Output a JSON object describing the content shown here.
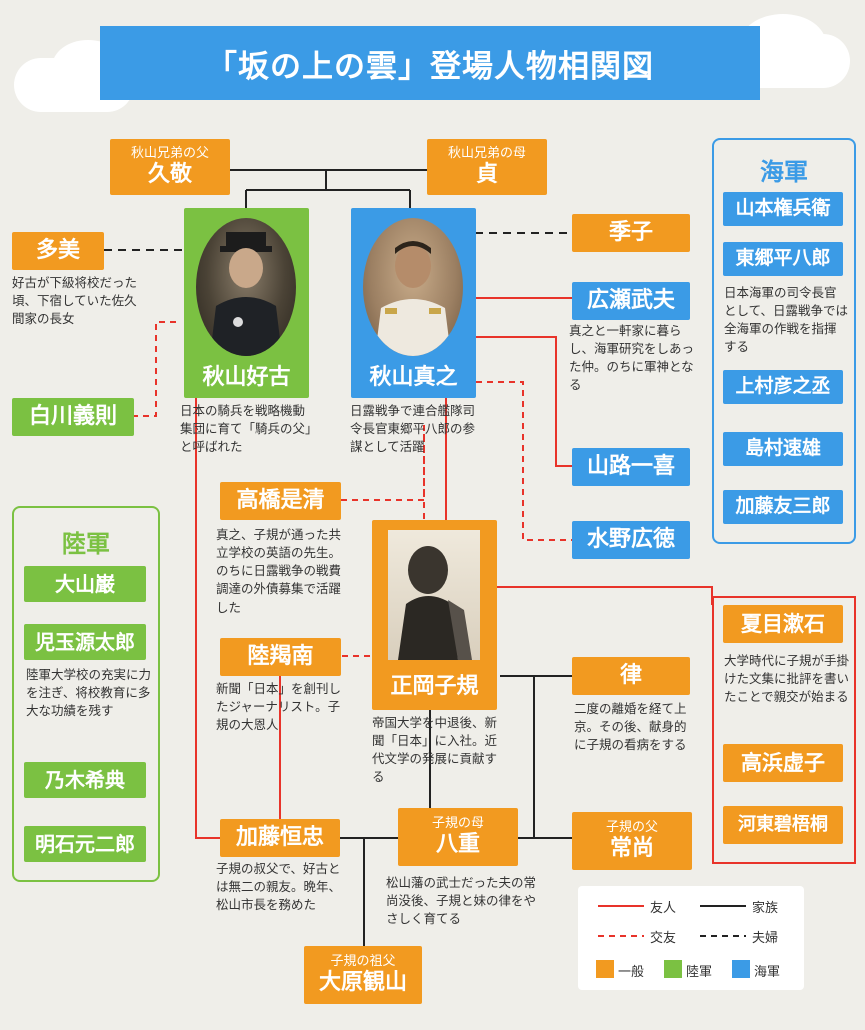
{
  "title": "「坂の上の雲」登場人物相関図",
  "people": {
    "hisataka": {
      "role": "秋山兄弟の父",
      "name": "久敬"
    },
    "sada": {
      "role": "秋山兄弟の母",
      "name": "貞"
    },
    "tami": {
      "name": "多美",
      "desc": "好古が下級将校だった頃、下宿していた佐久間家の長女"
    },
    "yoshifuru": {
      "name": "秋山好古",
      "desc": "日本の騎兵を戦略機動集団に育て「騎兵の父」と呼ばれた"
    },
    "saneyuki": {
      "name": "秋山真之",
      "desc": "日露戦争で連合艦隊司令長官東郷平八郎の参謀として活躍"
    },
    "sueko": {
      "name": "季子"
    },
    "hirose": {
      "name": "広瀬武夫",
      "desc": "真之と一軒家に暮らし、海軍研究をしあった仲。のちに軍神となる"
    },
    "shirakawa": {
      "name": "白川義則"
    },
    "yamaji": {
      "name": "山路一喜"
    },
    "takahashi": {
      "name": "高橋是清",
      "desc": "真之、子規が通った共立学校の英語の先生。のちに日露戦争の戦費調達の外債募集で活躍した"
    },
    "mizuno": {
      "name": "水野広徳"
    },
    "shiki": {
      "name": "正岡子規",
      "desc": "帝国大学を中退後、新聞「日本」に入社。近代文学の発展に貢献する"
    },
    "kuga": {
      "name": "陸羯南",
      "desc": "新聞「日本」を創刊したジャーナリスト。子規の大恩人"
    },
    "ritsu": {
      "name": "律",
      "desc": "二度の離婚を経て上京。その後、献身的に子規の看病をする"
    },
    "kato_tsune": {
      "name": "加藤恒忠",
      "desc": "子規の叔父で、好古とは無二の親友。晩年、松山市長を務めた"
    },
    "yae": {
      "role": "子規の母",
      "name": "八重",
      "desc": "松山藩の武士だった夫の常尚没後、子規と妹の律をやさしく育てる"
    },
    "tsunenao": {
      "role": "子規の父",
      "name": "常尚"
    },
    "ohara": {
      "role": "子規の祖父",
      "name": "大原観山"
    }
  },
  "navy": {
    "title": "海軍",
    "members": [
      "山本権兵衛",
      "東郷平八郎",
      "上村彦之丞",
      "島村速雄",
      "加藤友三郎"
    ],
    "togo_desc": "日本海軍の司令長官として、日露戦争では全海軍の作戦を指揮する"
  },
  "army": {
    "title": "陸軍",
    "members": [
      "大山巌",
      "児玉源太郎",
      "乃木希典",
      "明石元二郎"
    ],
    "kodama_desc": "陸軍大学校の充実に力を注ぎ、将校教育に多大な功績を残す"
  },
  "literary": {
    "members": [
      "夏目漱石",
      "高浜虚子",
      "河東碧梧桐"
    ],
    "soseki_desc": "大学時代に子規が手掛けた文集に批評を書いたことで親交が始まる"
  },
  "legend": {
    "friend": "友人",
    "family": "家族",
    "acquaintance": "交友",
    "spouse": "夫婦",
    "general": "一般",
    "army": "陸軍",
    "navy": "海軍"
  },
  "colors": {
    "orange": "#f29a20",
    "green": "#7bc142",
    "blue": "#3b9be6",
    "red": "#e8332a",
    "background": "#efeee9"
  }
}
